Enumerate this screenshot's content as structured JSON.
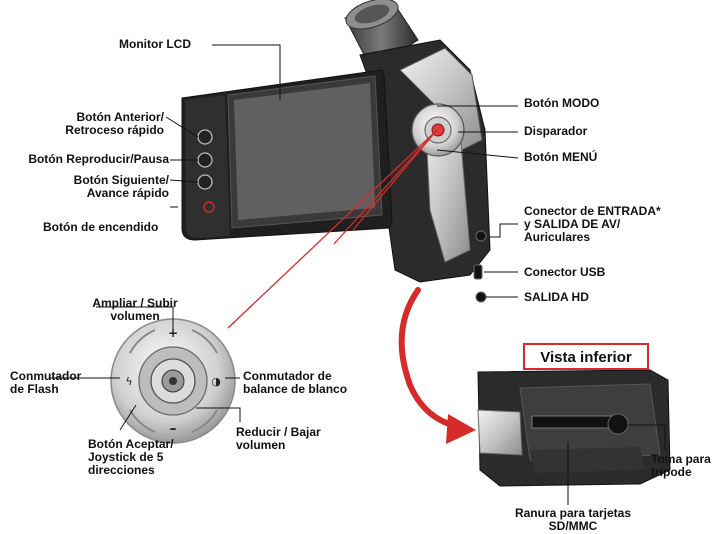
{
  "labels": {
    "monitor_lcd": "Monitor LCD",
    "btn_prev": "Botón Anterior/\nRetroceso rápido",
    "btn_play": "Botón Reproducir/Pausa",
    "btn_next": "Botón Siguiente/\nAvance rápido",
    "btn_power": "Botón de encendido",
    "btn_mode": "Botón MODO",
    "shutter": "Disparador",
    "btn_menu": "Botón MENÚ",
    "av_connector": "Conector de ENTRADA*\ny SALIDA DE AV/\nAuriculares",
    "usb_connector": "Conector USB",
    "hd_out": "SALIDA HD",
    "zoom_in": "Ampliar / Subir\nvolumen",
    "flash_switch": "Conmutador\nde Flash",
    "white_balance": "Conmutador de\nbalance de blanco",
    "ok_joystick": "Botón Aceptar/\nJoystick de 5\ndirecciones",
    "zoom_out": "Reducir /  Bajar\nvolumen",
    "bottom_view": "Vista inferior",
    "tripod": "Toma para\ntrípode",
    "sd_slot": "Ranura para tarjetas\nSD/MMC"
  },
  "colors": {
    "accent_red": "#d62b2b",
    "body_dark": "#2b2b2b",
    "body_silver": "#c9c9c9"
  }
}
